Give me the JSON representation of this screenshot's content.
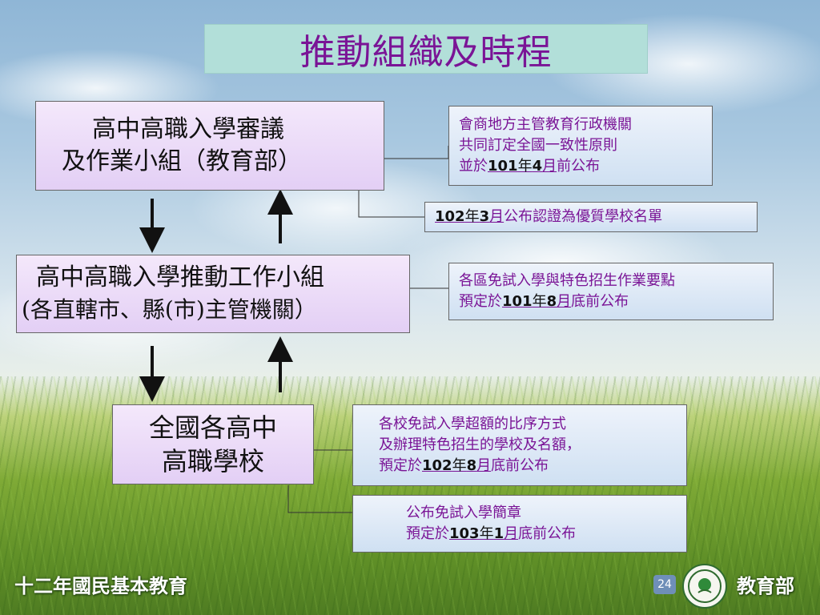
{
  "title": "推動組織及時程",
  "boxes": {
    "ministry": {
      "line1": "高中高職入學審議",
      "line2": "及作業小組（教育部）"
    },
    "local": {
      "line1": "高中高職入學推動工作小組",
      "line2": "(各直轄市、縣(市)主管機關）"
    },
    "schools": {
      "line1": "全國各高中",
      "line2": "高職學校"
    }
  },
  "notes": {
    "n1": {
      "line1": "會商地方主管教育行政機關",
      "line2": "共同訂定全國一致性原則",
      "line3_pre": "並於",
      "line3_num1": "101",
      "line3_mid": "年",
      "line3_num2": "4",
      "line3_unit": "月",
      "line3_post": "前公布"
    },
    "n2": {
      "num1": "102",
      "mid": "年",
      "num2": "3",
      "unit": "月",
      "post": "公布認證為優質學校名單"
    },
    "n3": {
      "line1": "各區免試入學與特色招生作業要點",
      "line2_pre": "預定於",
      "line2_num1": "101",
      "line2_mid": "年",
      "line2_num2": "8",
      "line2_unit": "月",
      "line2_post": "底前公布"
    },
    "n4": {
      "line1": "各校免試入學超額的比序方式",
      "line2": "及辦理特色招生的學校及名額，",
      "line3_pre": "預定於",
      "line3_num1": "102",
      "line3_mid": "年",
      "line3_num2": "8",
      "line3_unit": "月",
      "line3_post": "底前公布"
    },
    "n5": {
      "line1": "公布免試入學簡章",
      "line2_pre": "預定於",
      "line2_num1": "103",
      "line2_mid": "年",
      "line2_num2": "1",
      "line2_unit": "月",
      "line2_post": "底前公布"
    }
  },
  "footer": {
    "program": "十二年國民基本教育",
    "page_number": "24",
    "ministry": "教育部"
  },
  "colors": {
    "title_text": "#7a1496",
    "note_text": "#7a1496",
    "title_bg": "#b2dfd9"
  },
  "icons": {
    "logo": "ministry-of-education-seal"
  }
}
